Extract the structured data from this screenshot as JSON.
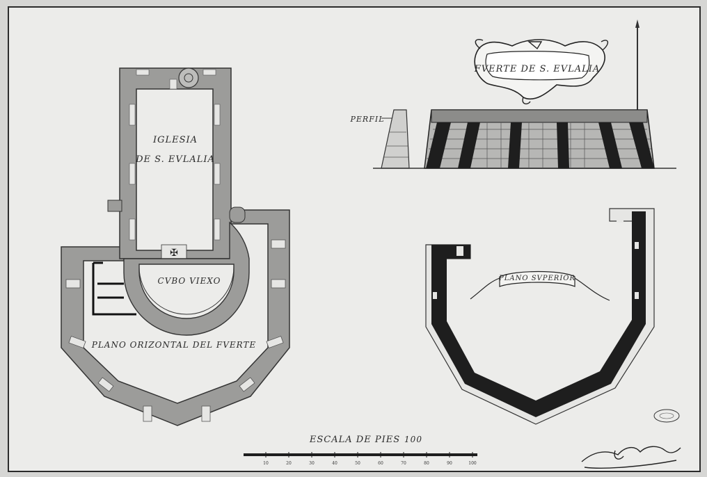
{
  "cartouche": {
    "title": "FVERTE DE S. EVLALIA"
  },
  "labels": {
    "church": [
      "IGLESIA",
      "DE S. EVLALIA"
    ],
    "old_cube": "CVBO VIEXO",
    "horizontal_plan": "PLANO ORIZONTAL DEL FVERTE",
    "upper_plan": "PLANO SVPERIOR",
    "profile": "PERFIL"
  },
  "scale": {
    "label": "ESCALA DE PIES",
    "max_value": "100",
    "ticks": [
      "10",
      "20",
      "30",
      "40",
      "50",
      "60",
      "70",
      "80",
      "90",
      "100"
    ]
  },
  "colors": {
    "paper": "#ececea",
    "wall": "#9c9c9a",
    "ink": "#1e1e1e",
    "frame": "#2b2b2b"
  },
  "marks": {
    "signature": "signature-flourish",
    "seal": "stamp-seal"
  }
}
